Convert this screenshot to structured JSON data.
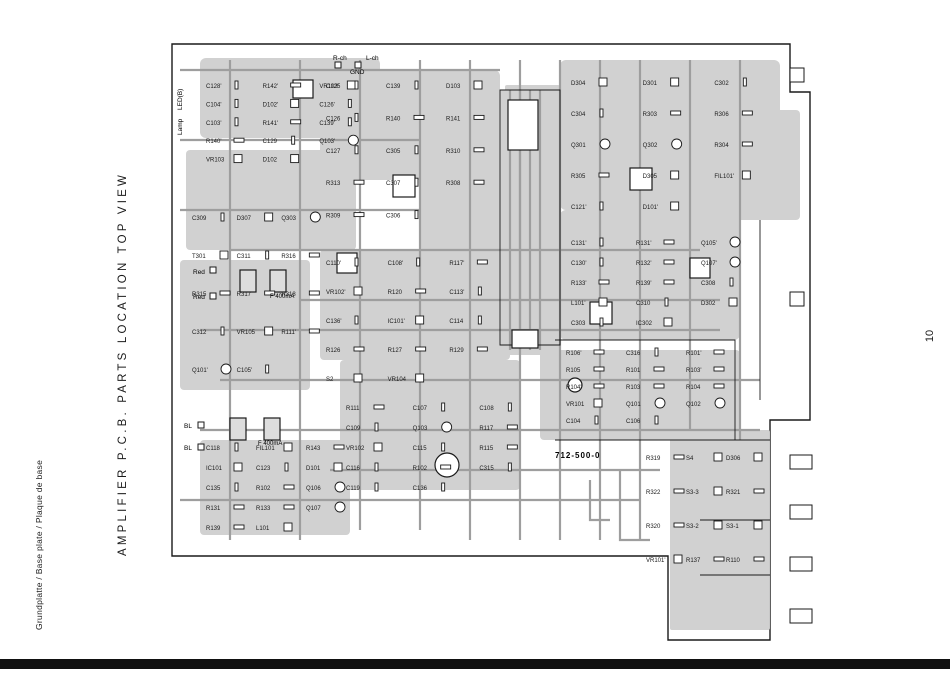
{
  "title": "AMPLIFIER  P.C.B.  PARTS  LOCATION  TOP  VIEW",
  "footer": "Grundplatte / Base plate / Plaque de base",
  "page_number": "10",
  "board_code": "712-500-0",
  "colors": {
    "copper": "#c8c8c8",
    "trace": "#bdbdbd",
    "ink": "#1a1a1a",
    "paper": "#ffffff",
    "bar": "#111111"
  },
  "connectors": {
    "r_ch": "R-ch",
    "l_ch": "L-ch",
    "gnd": "GND",
    "led_b": "LED(B)",
    "lamp": "Lamp",
    "red1": "Red",
    "red2": "Red",
    "bl1": "BL",
    "bl2": "BL",
    "f1": "F 400mA",
    "f2": "F 400mA"
  },
  "components": [
    {
      "label": "C128'"
    },
    {
      "label": "R142'"
    },
    {
      "label": "VR103'"
    },
    {
      "label": "C104'"
    },
    {
      "label": "D102'"
    },
    {
      "label": "C126'"
    },
    {
      "label": "C103'"
    },
    {
      "label": "R141'"
    },
    {
      "label": "C139'"
    },
    {
      "label": "R140'"
    },
    {
      "label": "C129"
    },
    {
      "label": "Q103'"
    },
    {
      "label": "VR103"
    },
    {
      "label": "D102"
    },
    {
      "label": "C125"
    },
    {
      "label": "C139"
    },
    {
      "label": "D103"
    },
    {
      "label": "C126"
    },
    {
      "label": "R140"
    },
    {
      "label": "R141"
    },
    {
      "label": "C127"
    },
    {
      "label": "C305"
    },
    {
      "label": "R310"
    },
    {
      "label": "R313"
    },
    {
      "label": "C307"
    },
    {
      "label": "R308"
    },
    {
      "label": "R309"
    },
    {
      "label": "C306"
    },
    {
      "label": "D304"
    },
    {
      "label": "D301"
    },
    {
      "label": "C302"
    },
    {
      "label": "C304"
    },
    {
      "label": "R303"
    },
    {
      "label": "R306"
    },
    {
      "label": "Q301"
    },
    {
      "label": "Q302"
    },
    {
      "label": "R304"
    },
    {
      "label": "R305"
    },
    {
      "label": "D305"
    },
    {
      "label": "FIL101'"
    },
    {
      "label": "C121'"
    },
    {
      "label": "D101'"
    },
    {
      "label": "C131'"
    },
    {
      "label": "R131'"
    },
    {
      "label": "Q105'"
    },
    {
      "label": "C130'"
    },
    {
      "label": "R132'"
    },
    {
      "label": "Q107'"
    },
    {
      "label": "R133'"
    },
    {
      "label": "R139'"
    },
    {
      "label": "C308"
    },
    {
      "label": "L101'"
    },
    {
      "label": "C310"
    },
    {
      "label": "D302"
    },
    {
      "label": "C303"
    },
    {
      "label": "IC302"
    },
    {
      "label": "C309"
    },
    {
      "label": "D307"
    },
    {
      "label": "Q303"
    },
    {
      "label": "T301"
    },
    {
      "label": "C311"
    },
    {
      "label": "R316"
    },
    {
      "label": "R315"
    },
    {
      "label": "R317"
    },
    {
      "label": "R318"
    },
    {
      "label": "C312"
    },
    {
      "label": "VR105"
    },
    {
      "label": "R111'"
    },
    {
      "label": "Q101'"
    },
    {
      "label": "C105'"
    },
    {
      "label": "C110'"
    },
    {
      "label": "C108'"
    },
    {
      "label": "R117'"
    },
    {
      "label": "VR102'"
    },
    {
      "label": "R120"
    },
    {
      "label": "C113'"
    },
    {
      "label": "C136'"
    },
    {
      "label": "IC101'"
    },
    {
      "label": "C114"
    },
    {
      "label": "R126"
    },
    {
      "label": "R127"
    },
    {
      "label": "R129"
    },
    {
      "label": "S2"
    },
    {
      "label": "VR104"
    },
    {
      "label": "R106'"
    },
    {
      "label": "C316"
    },
    {
      "label": "R101'"
    },
    {
      "label": "R105"
    },
    {
      "label": "R101"
    },
    {
      "label": "R103'"
    },
    {
      "label": "R104'"
    },
    {
      "label": "R103"
    },
    {
      "label": "R104"
    },
    {
      "label": "VR101"
    },
    {
      "label": "Q101"
    },
    {
      "label": "Q102"
    },
    {
      "label": "C104"
    },
    {
      "label": "C106"
    },
    {
      "label": "R111"
    },
    {
      "label": "C107"
    },
    {
      "label": "C108"
    },
    {
      "label": "C109"
    },
    {
      "label": "Q103"
    },
    {
      "label": "R117"
    },
    {
      "label": "VR102"
    },
    {
      "label": "C115"
    },
    {
      "label": "R115"
    },
    {
      "label": "C116"
    },
    {
      "label": "R102"
    },
    {
      "label": "C315"
    },
    {
      "label": "C119"
    },
    {
      "label": "C136"
    },
    {
      "label": "C118"
    },
    {
      "label": "FIL101"
    },
    {
      "label": "R143"
    },
    {
      "label": "IC101"
    },
    {
      "label": "C123"
    },
    {
      "label": "D101"
    },
    {
      "label": "C135"
    },
    {
      "label": "R102"
    },
    {
      "label": "Q106"
    },
    {
      "label": "R131"
    },
    {
      "label": "R133"
    },
    {
      "label": "Q107"
    },
    {
      "label": "R139"
    },
    {
      "label": "L101"
    },
    {
      "label": "R319"
    },
    {
      "label": "S4"
    },
    {
      "label": "D306"
    },
    {
      "label": "R322"
    },
    {
      "label": "S3-3"
    },
    {
      "label": "R321"
    },
    {
      "label": "R320"
    },
    {
      "label": "S3-2"
    },
    {
      "label": "S3-1"
    },
    {
      "label": "VR101'"
    },
    {
      "label": "R137"
    },
    {
      "label": "R110"
    }
  ]
}
